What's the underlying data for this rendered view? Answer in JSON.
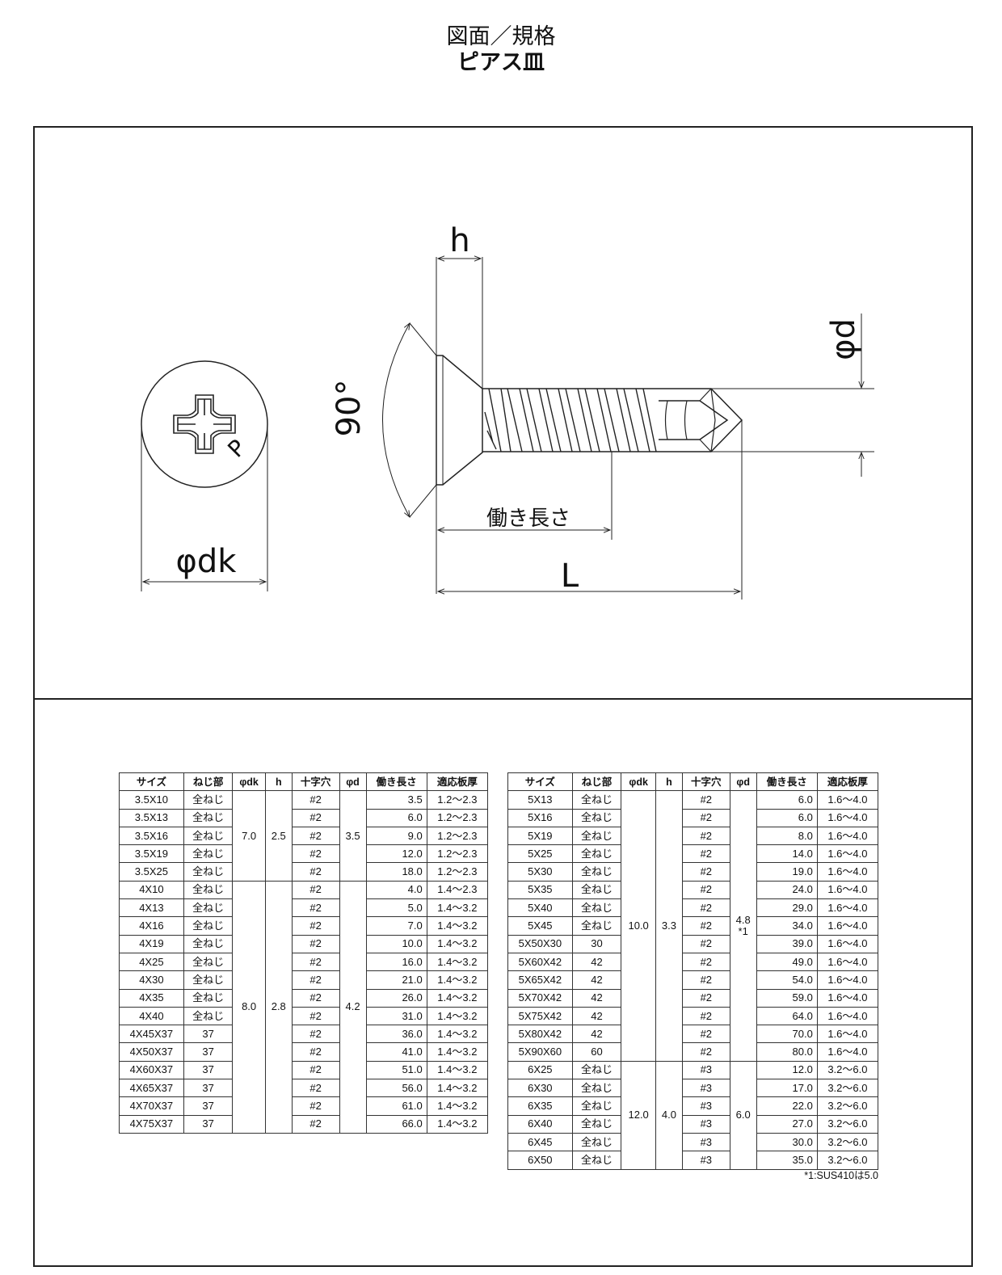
{
  "title": {
    "line1": "図面／規格",
    "line2": "ピアス皿"
  },
  "drawing": {
    "label_h": "h",
    "label_phi_d": "φd",
    "label_angle": "90°",
    "label_work_length": "働き長さ",
    "label_L": "L",
    "label_phi_dk": "φdk",
    "label_p": "P"
  },
  "table_left": {
    "headers": [
      "サイズ",
      "ねじ部",
      "φdk",
      "h",
      "十字穴",
      "φd",
      "働き長さ",
      "適応板厚"
    ],
    "rows": [
      [
        "3.5X10",
        "全ねじ",
        "#2",
        "3.5",
        "1.2～2.3"
      ],
      [
        "3.5X13",
        "全ねじ",
        "#2",
        "6.0",
        "1.2～2.3"
      ],
      [
        "3.5X16",
        "全ねじ",
        "#2",
        "9.0",
        "1.2～2.3"
      ],
      [
        "3.5X19",
        "全ねじ",
        "#2",
        "12.0",
        "1.2～2.3"
      ],
      [
        "3.5X25",
        "全ねじ",
        "#2",
        "18.0",
        "1.2～2.3"
      ],
      [
        "4X10",
        "全ねじ",
        "#2",
        "4.0",
        "1.4～2.3"
      ],
      [
        "4X13",
        "全ねじ",
        "#2",
        "5.0",
        "1.4～3.2"
      ],
      [
        "4X16",
        "全ねじ",
        "#2",
        "7.0",
        "1.4～3.2"
      ],
      [
        "4X19",
        "全ねじ",
        "#2",
        "10.0",
        "1.4～3.2"
      ],
      [
        "4X25",
        "全ねじ",
        "#2",
        "16.0",
        "1.4～3.2"
      ],
      [
        "4X30",
        "全ねじ",
        "#2",
        "21.0",
        "1.4～3.2"
      ],
      [
        "4X35",
        "全ねじ",
        "#2",
        "26.0",
        "1.4～3.2"
      ],
      [
        "4X40",
        "全ねじ",
        "#2",
        "31.0",
        "1.4～3.2"
      ],
      [
        "4X45X37",
        "37",
        "#2",
        "36.0",
        "1.4～3.2"
      ],
      [
        "4X50X37",
        "37",
        "#2",
        "41.0",
        "1.4～3.2"
      ],
      [
        "4X60X37",
        "37",
        "#2",
        "51.0",
        "1.4～3.2"
      ],
      [
        "4X65X37",
        "37",
        "#2",
        "56.0",
        "1.4～3.2"
      ],
      [
        "4X70X37",
        "37",
        "#2",
        "61.0",
        "1.4～3.2"
      ],
      [
        "4X75X37",
        "37",
        "#2",
        "66.0",
        "1.4～3.2"
      ]
    ],
    "groups": [
      {
        "dk": "7.0",
        "h": "2.5",
        "d": "3.5"
      },
      {
        "dk": "8.0",
        "h": "2.8",
        "d": "4.2"
      }
    ]
  },
  "table_right": {
    "headers": [
      "サイズ",
      "ねじ部",
      "φdk",
      "h",
      "十字穴",
      "φd",
      "働き長さ",
      "適応板厚"
    ],
    "rows": [
      [
        "5X13",
        "全ねじ",
        "#2",
        "6.0",
        "1.6～4.0"
      ],
      [
        "5X16",
        "全ねじ",
        "#2",
        "6.0",
        "1.6～4.0"
      ],
      [
        "5X19",
        "全ねじ",
        "#2",
        "8.0",
        "1.6～4.0"
      ],
      [
        "5X25",
        "全ねじ",
        "#2",
        "14.0",
        "1.6～4.0"
      ],
      [
        "5X30",
        "全ねじ",
        "#2",
        "19.0",
        "1.6～4.0"
      ],
      [
        "5X35",
        "全ねじ",
        "#2",
        "24.0",
        "1.6～4.0"
      ],
      [
        "5X40",
        "全ねじ",
        "#2",
        "29.0",
        "1.6～4.0"
      ],
      [
        "5X45",
        "全ねじ",
        "#2",
        "34.0",
        "1.6～4.0"
      ],
      [
        "5X50X30",
        "30",
        "#2",
        "39.0",
        "1.6～4.0"
      ],
      [
        "5X60X42",
        "42",
        "#2",
        "49.0",
        "1.6～4.0"
      ],
      [
        "5X65X42",
        "42",
        "#2",
        "54.0",
        "1.6～4.0"
      ],
      [
        "5X70X42",
        "42",
        "#2",
        "59.0",
        "1.6～4.0"
      ],
      [
        "5X75X42",
        "42",
        "#2",
        "64.0",
        "1.6～4.0"
      ],
      [
        "5X80X42",
        "42",
        "#2",
        "70.0",
        "1.6～4.0"
      ],
      [
        "5X90X60",
        "60",
        "#2",
        "80.0",
        "1.6～4.0"
      ],
      [
        "6X25",
        "全ねじ",
        "#3",
        "12.0",
        "3.2～6.0"
      ],
      [
        "6X30",
        "全ねじ",
        "#3",
        "17.0",
        "3.2～6.0"
      ],
      [
        "6X35",
        "全ねじ",
        "#3",
        "22.0",
        "3.2～6.0"
      ],
      [
        "6X40",
        "全ねじ",
        "#3",
        "27.0",
        "3.2～6.0"
      ],
      [
        "6X45",
        "全ねじ",
        "#3",
        "30.0",
        "3.2～6.0"
      ],
      [
        "6X50",
        "全ねじ",
        "#3",
        "35.0",
        "3.2～6.0"
      ]
    ],
    "groups": [
      {
        "dk": "10.0",
        "h": "3.3",
        "d": "4.8",
        "d_note": "*1"
      },
      {
        "dk": "12.0",
        "h": "4.0",
        "d": "6.0"
      }
    ]
  },
  "footnote": "*1:SUS410は5.0"
}
